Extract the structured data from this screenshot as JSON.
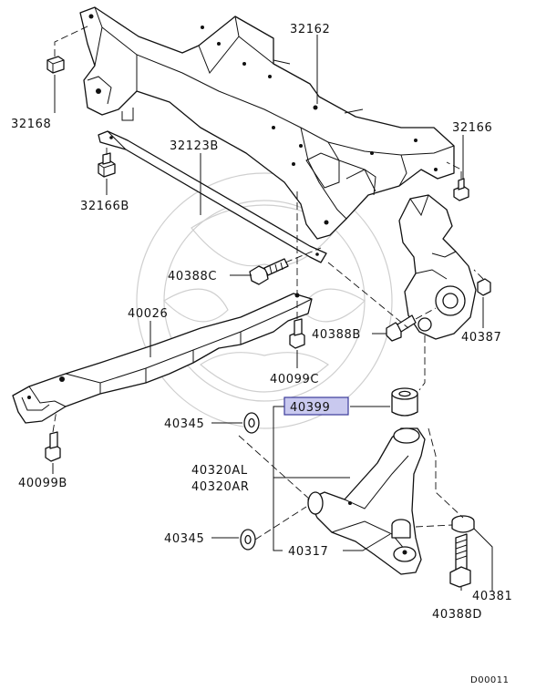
{
  "parts": {
    "p32162": "32162",
    "p32168": "32168",
    "p32166": "32166",
    "p32123B": "32123B",
    "p32166B": "32166B",
    "p40388C": "40388C",
    "p40026": "40026",
    "p40388B": "40388B",
    "p40387": "40387",
    "p40099C": "40099C",
    "p40399": "40399",
    "p40345a": "40345",
    "p40099B": "40099B",
    "p40320AL": "40320AL",
    "p40320AR": "40320AR",
    "p40345b": "40345",
    "p40317": "40317",
    "p40381": "40381",
    "p40388D": "40388D"
  },
  "highlight": {
    "part": "40399",
    "color": "#c9c9ef"
  },
  "diagram_code": "D00011"
}
